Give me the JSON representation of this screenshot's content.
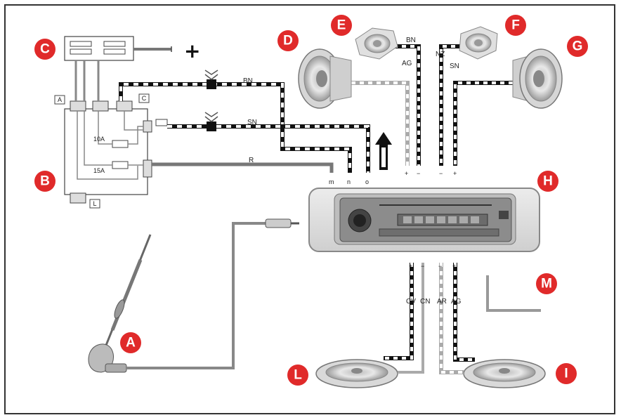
{
  "callouts": {
    "a": "A",
    "b": "B",
    "c": "C",
    "d": "D",
    "e": "E",
    "f": "F",
    "g": "G",
    "h": "H",
    "i": "I",
    "l": "L",
    "m": "M"
  },
  "fuse_box": {
    "tag_a": "A",
    "tag_c": "C",
    "tag_l": "L",
    "fuse_top": "10A",
    "fuse_bottom": "15A"
  },
  "battery": {
    "plus_sign": "+"
  },
  "wires": {
    "bn": "BN",
    "sn": "SN",
    "r": "R",
    "bn_right": "BN",
    "ag_right": "AG",
    "nz": "NZ",
    "sn_right": "SN",
    "cv": "CV",
    "cn": "CN",
    "ar": "AR",
    "ag_bottom": "AG"
  },
  "terminals": {
    "m": "m",
    "n": "n",
    "o": "o"
  },
  "polarity": {
    "plus_1": "+",
    "minus_1": "−",
    "minus_2": "−",
    "plus_2": "+",
    "plus_3": "+",
    "minus_3": "−",
    "minus_4": "−",
    "plus_4": "+"
  }
}
